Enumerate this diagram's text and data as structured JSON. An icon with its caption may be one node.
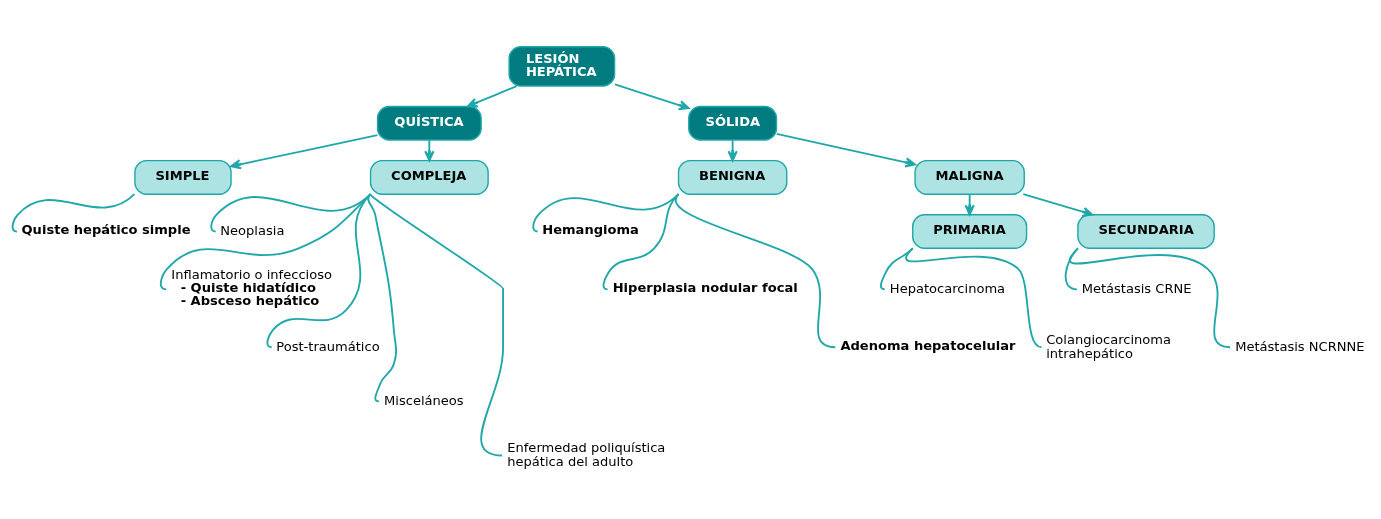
{
  "diagram": {
    "nodes": [
      {
        "text": [
          "LESIÓN HEPÁTICA"
        ]
      },
      {
        "text": [
          "QUÍSTICA"
        ]
      },
      {
        "text": [
          "SÓLIDA"
        ]
      },
      {
        "text": [
          "SIMPLE"
        ]
      },
      {
        "text": [
          "COMPLEJA"
        ]
      },
      {
        "text": [
          "BENIGNA"
        ]
      },
      {
        "text": [
          "MALIGNA"
        ]
      },
      {
        "text": [
          "PRIMARIA"
        ]
      },
      {
        "text": [
          "SECUNDARIA"
        ]
      },
      {
        "text": [
          "Quiste hepático simple"
        ]
      },
      {
        "text": [
          "Neoplasia"
        ]
      },
      {
        "text": [
          "Inflamatorio o infeccioso"
        ],
        "beside": [
          "- Quiste hidatídico",
          "- Absceso hepático"
        ]
      },
      {
        "text": [
          "Post-traumático"
        ]
      },
      {
        "text": [
          "Misceláneos"
        ]
      },
      {
        "text": [
          "Enfermedad poliquística hepática del adulto"
        ]
      },
      {
        "text": [
          "Hemangioma"
        ]
      },
      {
        "text": [
          "Hiperplasia nodular focal"
        ]
      },
      {
        "text": [
          "Adenoma hepatocelular"
        ]
      },
      {
        "text": [
          "Hepatocarcinoma"
        ]
      },
      {
        "text": [
          "Colangiocarcinoma intrahepático"
        ]
      },
      {
        "text": [
          "Metástasis CRNE"
        ]
      },
      {
        "text": [
          "Metástasis NCRNNE"
        ]
      }
    ],
    "edges": [
      {
        "from": 0,
        "to": 1,
        "arrow": "to"
      },
      {
        "from": 0,
        "to": 2,
        "arrow": "to"
      },
      {
        "from": 1,
        "to": 3,
        "arrow": "to"
      },
      {
        "from": 1,
        "to": 4,
        "arrow": "to"
      },
      {
        "from": 2,
        "to": 5,
        "arrow": "to"
      },
      {
        "from": 2,
        "to": 6,
        "arrow": "to"
      },
      {
        "from": 6,
        "to": 7,
        "arrow": "to"
      },
      {
        "from": 6,
        "to": 8,
        "arrow": "to"
      },
      {
        "from": 3,
        "to": 9,
        "arrow": "none"
      },
      {
        "from": 4,
        "to": 10,
        "arrow": "none"
      },
      {
        "from": 4,
        "to": 11,
        "arrow": "none"
      },
      {
        "from": 4,
        "to": 12,
        "arrow": "none"
      },
      {
        "from": 4,
        "to": 13,
        "arrow": "none"
      },
      {
        "from": 4,
        "to": 14,
        "arrow": "none"
      },
      {
        "from": 5,
        "to": 15,
        "arrow": "none"
      },
      {
        "from": 5,
        "to": 16,
        "arrow": "none"
      },
      {
        "from": 5,
        "to": 17,
        "arrow": "none"
      },
      {
        "from": 7,
        "to": 18,
        "arrow": "none"
      },
      {
        "from": 7,
        "to": 19,
        "arrow": "none"
      },
      {
        "from": 8,
        "to": 20,
        "arrow": "none"
      },
      {
        "from": 8,
        "to": 21,
        "arrow": "none"
      }
    ]
  }
}
